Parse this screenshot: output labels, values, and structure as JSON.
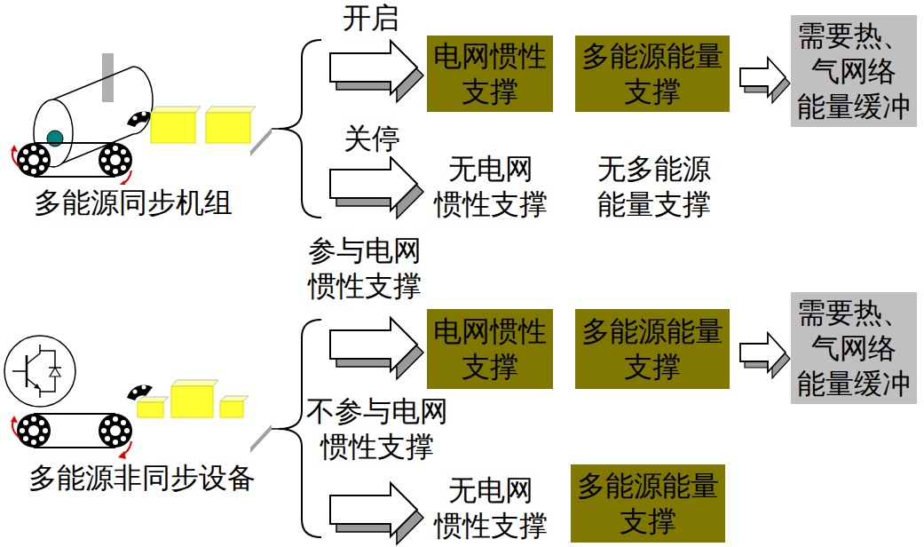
{
  "diagram": {
    "nodes": [
      {
        "text": [
          "电网惯性 支撑"
        ]
      },
      {
        "text": [
          "多能源能量 支撑"
        ]
      },
      {
        "text": [
          "需要热、 气网络 能量缓冲"
        ]
      },
      {
        "text": [
          "电网惯性 支撑"
        ]
      },
      {
        "text": [
          "多能源能量 支撑"
        ]
      },
      {
        "text": [
          "需要热、 气网络 能量缓冲"
        ]
      },
      {
        "text": [
          "多能源能量 支撑"
        ]
      }
    ],
    "edges": [
      {
        "from": 1,
        "to": 2,
        "arrow": "to"
      },
      {
        "from": 4,
        "to": 5,
        "arrow": "to"
      }
    ],
    "labels": [
      "开启",
      "关停",
      "无电网 惯性支撑",
      "无多能源 能量支撑",
      "多能源同步机组",
      "参与电网 惯性支撑",
      "不参与电网 惯性支撑",
      "无电网 惯性支撑",
      "多能源非同步设备"
    ]
  }
}
